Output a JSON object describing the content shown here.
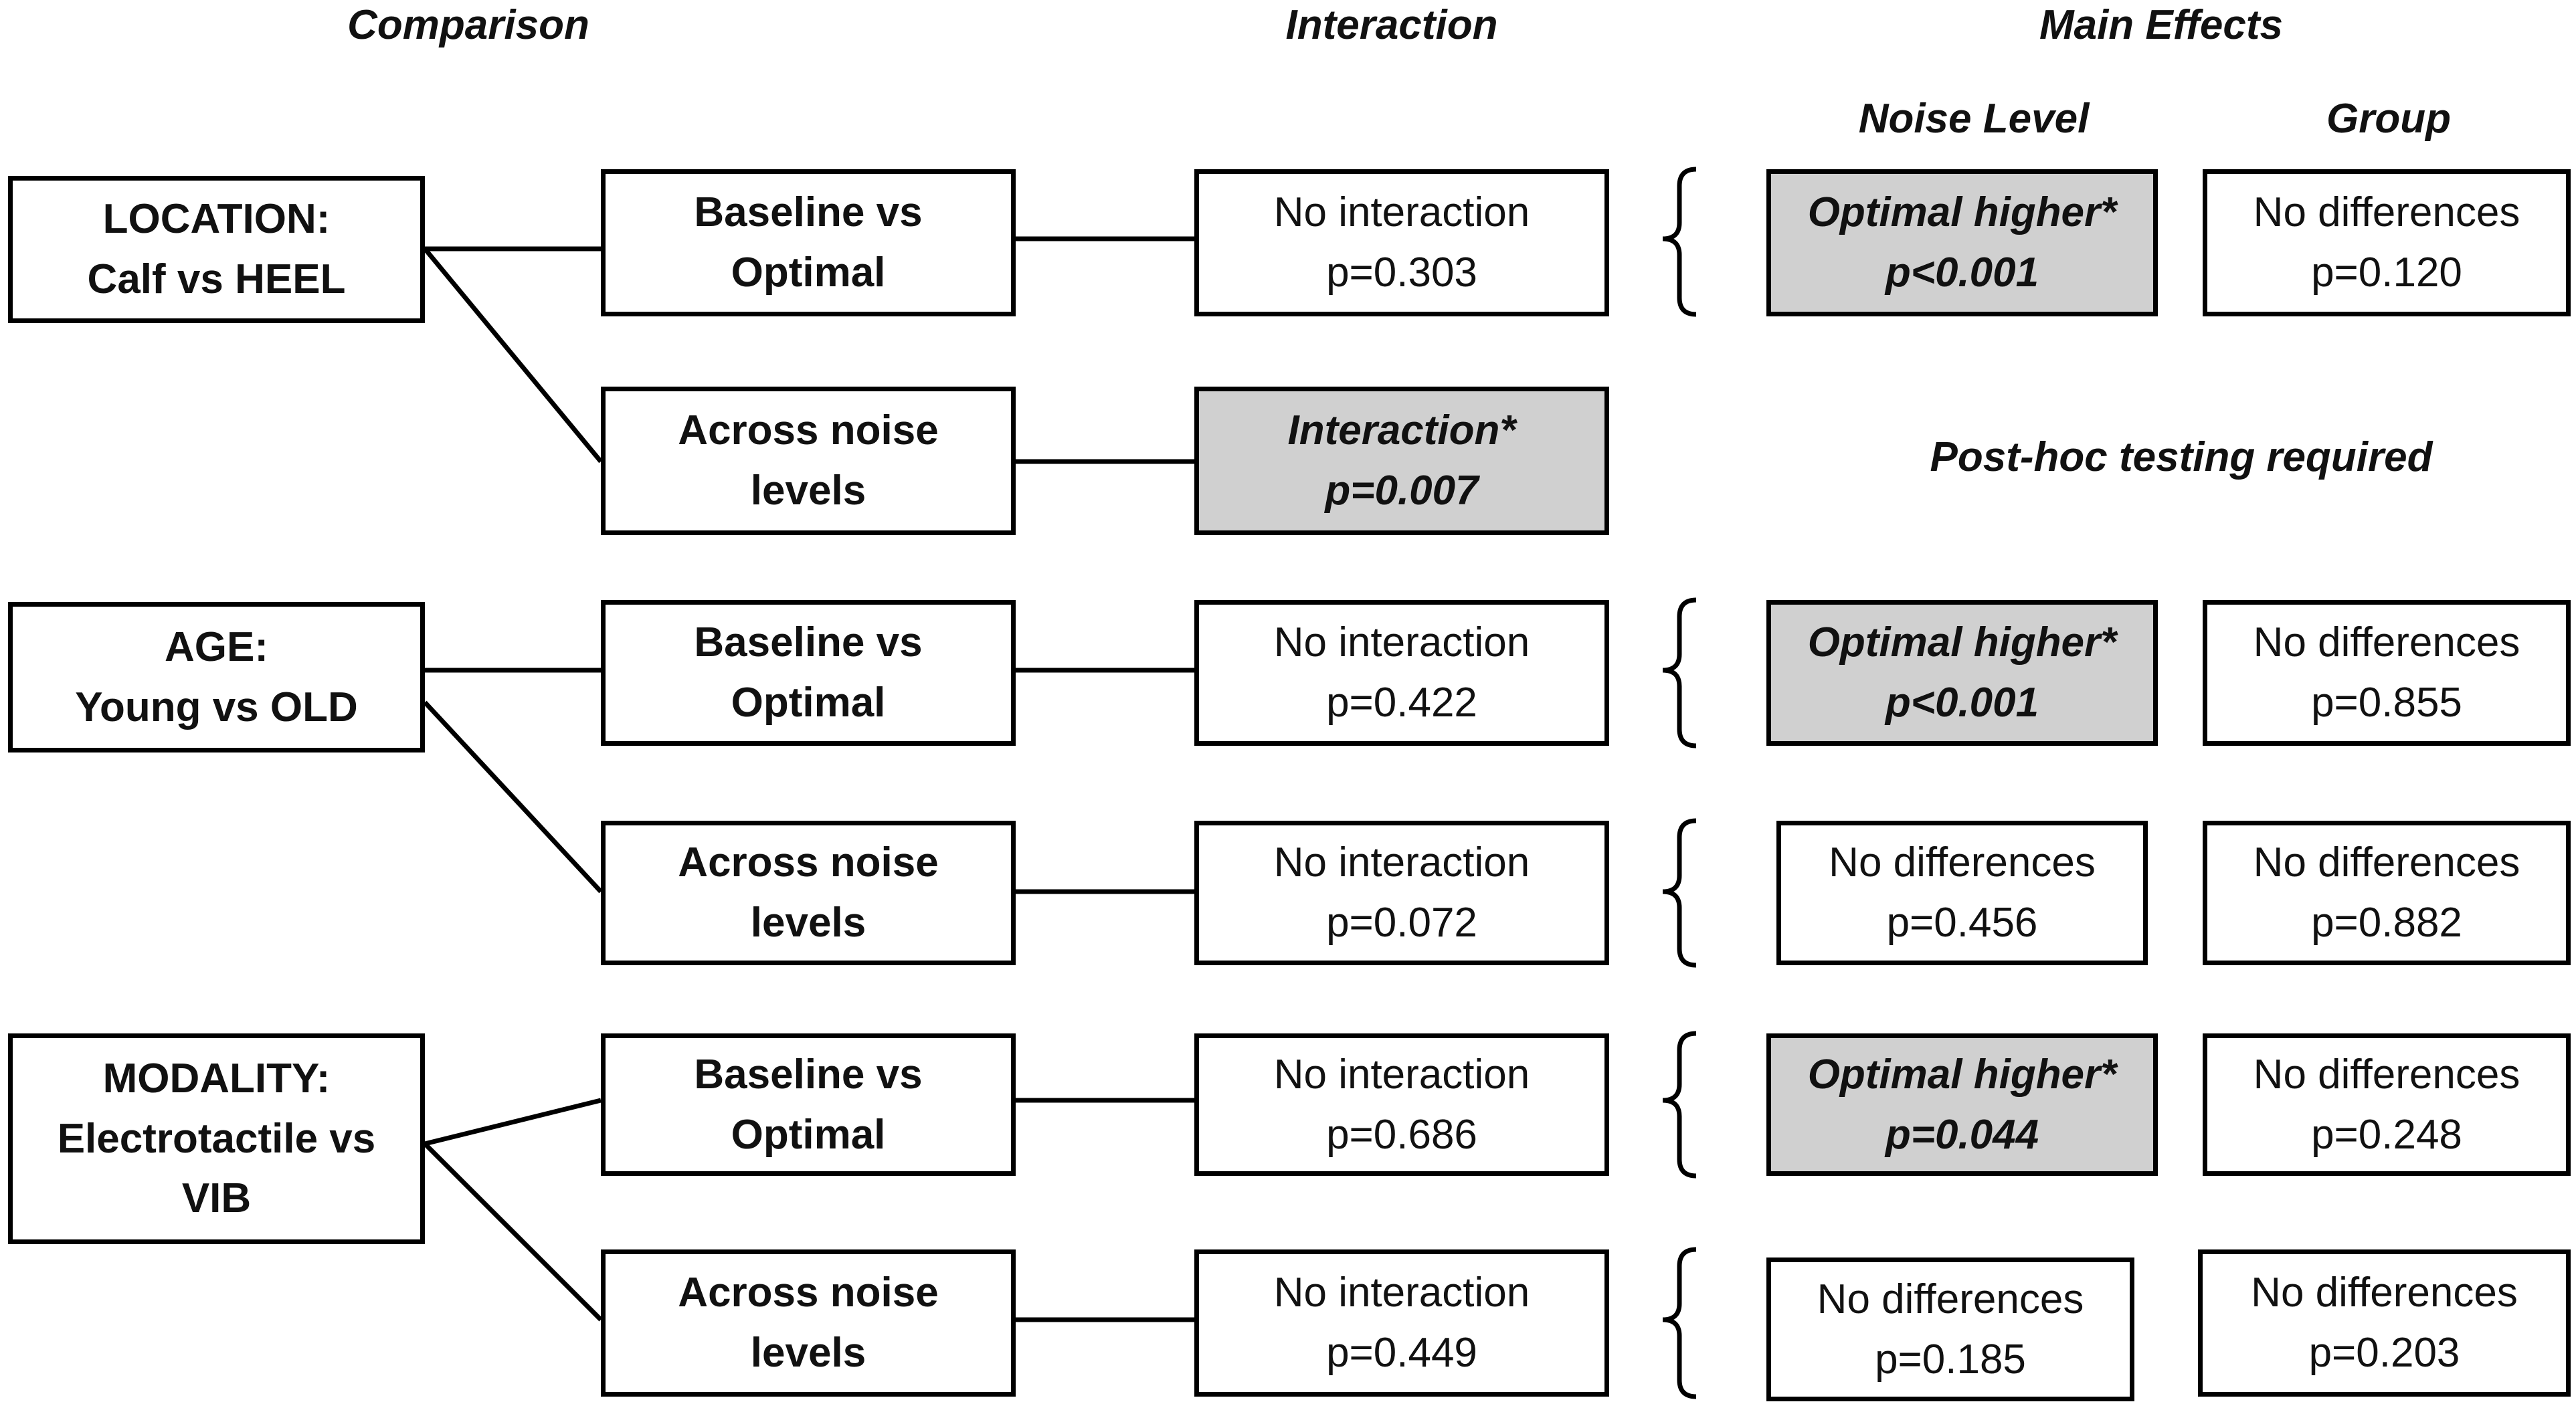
{
  "headers": {
    "comparison": "Comparison",
    "interaction": "Interaction",
    "main_effects": "Main Effects",
    "noise_level": "Noise Level",
    "group": "Group"
  },
  "note": "Post-hoc testing required",
  "rows": [
    {
      "label_1": "LOCATION:",
      "label_2": "Calf vs HEEL",
      "label_3": "",
      "tests": [
        {
          "cmp_1": "Baseline vs",
          "cmp_2": "Optimal",
          "int_1": "No interaction",
          "int_2": "p=0.303",
          "int_sig": false,
          "noise_1": "Optimal higher*",
          "noise_2": "p<0.001",
          "noise_sig": true,
          "group_1": "No differences",
          "group_2": "p=0.120"
        },
        {
          "cmp_1": "Across noise",
          "cmp_2": "levels",
          "int_1": "Interaction*",
          "int_2": "p=0.007",
          "int_sig": true
        }
      ]
    },
    {
      "label_1": "AGE:",
      "label_2": "Young vs OLD",
      "label_3": "",
      "tests": [
        {
          "cmp_1": "Baseline vs",
          "cmp_2": "Optimal",
          "int_1": "No interaction",
          "int_2": "p=0.422",
          "int_sig": false,
          "noise_1": "Optimal higher*",
          "noise_2": "p<0.001",
          "noise_sig": true,
          "group_1": "No differences",
          "group_2": "p=0.855"
        },
        {
          "cmp_1": "Across noise",
          "cmp_2": "levels",
          "int_1": "No interaction",
          "int_2": "p=0.072",
          "int_sig": false,
          "noise_1": "No differences",
          "noise_2": "p=0.456",
          "noise_sig": false,
          "group_1": "No differences",
          "group_2": "p=0.882"
        }
      ]
    },
    {
      "label_1": "MODALITY:",
      "label_2": "Electrotactile vs",
      "label_3": "VIB",
      "tests": [
        {
          "cmp_1": "Baseline vs",
          "cmp_2": "Optimal",
          "int_1": "No interaction",
          "int_2": "p=0.686",
          "int_sig": false,
          "noise_1": "Optimal higher*",
          "noise_2": "p=0.044",
          "noise_sig": true,
          "group_1": "No differences",
          "group_2": "p=0.248"
        },
        {
          "cmp_1": "Across noise",
          "cmp_2": "levels",
          "int_1": "No interaction",
          "int_2": "p=0.449",
          "int_sig": false,
          "noise_1": "No differences",
          "noise_2": "p=0.185",
          "noise_sig": false,
          "group_1": "No differences",
          "group_2": "p=0.203"
        }
      ]
    }
  ]
}
